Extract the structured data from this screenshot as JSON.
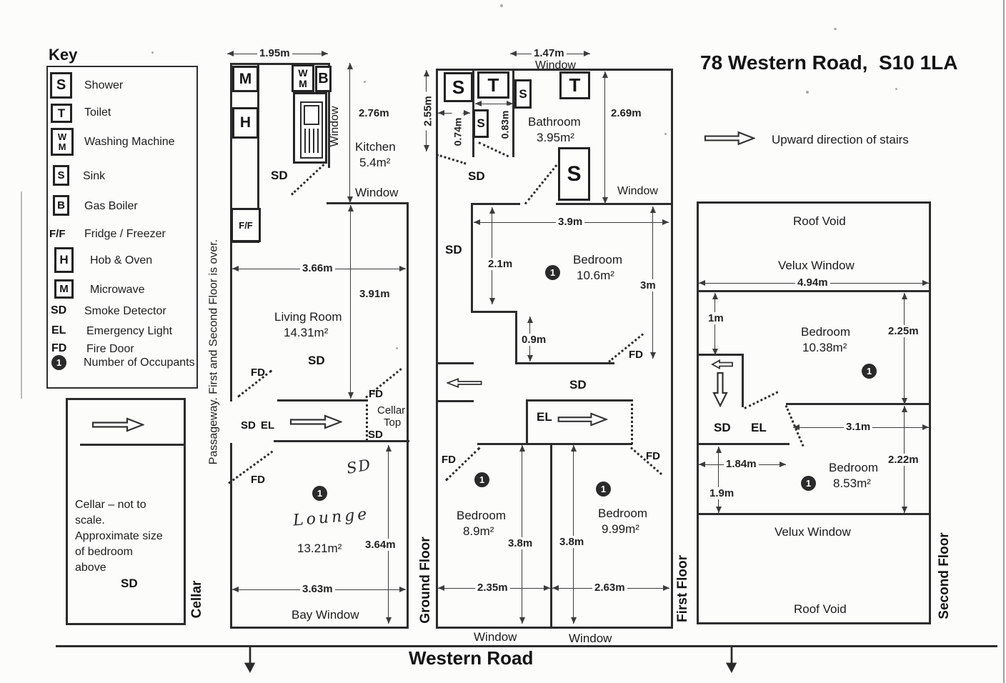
{
  "title": "78 Western Road,  S10 1LA",
  "stairs_legend": "Upward direction of stairs",
  "road_label": "Western Road",
  "key": {
    "heading": "Key",
    "shower_sym": "S",
    "shower": "Shower",
    "toilet_sym": "T",
    "toilet": "Toilet",
    "wm_top": "W",
    "wm_bottom": "M",
    "washing_machine": "Washing Machine",
    "sink_sym": "S",
    "sink": "Sink",
    "boiler_sym": "B",
    "boiler": "Gas Boiler",
    "fridge_sym": "F/F",
    "fridge": "Fridge / Freezer",
    "hob_sym": "H",
    "hob": "Hob & Oven",
    "micro_sym": "M",
    "micro": "Microwave",
    "sd_sym": "SD",
    "sd": "Smoke Detector",
    "el_sym": "EL",
    "el": "Emergency Light",
    "fd_sym": "FD",
    "fd": "Fire Door",
    "occ_sym": "1",
    "occ": "Number of Occupants"
  },
  "cellar": {
    "floor_label": "Cellar",
    "note1": "Cellar – not to",
    "note2": "scale.",
    "note3": "Approximate size",
    "note4": "of bedroom",
    "note5": "above",
    "sd": "SD"
  },
  "passageway": "Passageway.  First and Second Floor is over.",
  "ground": {
    "floor_label": "Ground Floor",
    "dim_top": "1.95m",
    "micro": "M",
    "hob": "H",
    "fridge": "F/F",
    "wm_top": "W",
    "wm_bottom": "M",
    "boiler": "B",
    "window_side": "Window",
    "dim_kitchen_h": "2.76m",
    "kitchen_name": "Kitchen",
    "kitchen_area": "5.4m²",
    "window_mid": "Window",
    "sd_kitchen": "SD",
    "dim_living_w": "3.66m",
    "dim_living_h": "3.91m",
    "living_name": "Living Room",
    "living_area": "14.31m²",
    "sd_living": "SD",
    "fd1": "FD",
    "fd2": "FD",
    "fd3": "FD",
    "sd_hall": "SD",
    "el_hall": "EL",
    "cellar_top1": "Cellar",
    "cellar_top2": "Top",
    "sd_cellartop": "SD",
    "sd_lounge": "SD",
    "occ_lounge": "1",
    "lounge_name": "Lounge",
    "lounge_area": "13.21m²",
    "dim_lounge_h": "3.64m",
    "dim_lounge_w": "3.63m",
    "bay_window": "Bay Window"
  },
  "first": {
    "floor_label": "First Floor",
    "dim_top": "1.47m",
    "window_top": "Window",
    "dim_left": "2.55m",
    "shower_sym": "S",
    "dim_shower": "0.74m",
    "toilet_sym": "T",
    "dim_toilet": "0.83m",
    "toilet_sink_sym": "S",
    "bath_sink_sym": "S",
    "bath_name": "Bathroom",
    "bath_area": "3.95m²",
    "bath_toilet_sym": "T",
    "bath_shower_sym": "S",
    "dim_right": "2.69m",
    "window_right": "Window",
    "sd_top": "SD",
    "sd_mid": "SD",
    "dim_bed1_w": "3.9m",
    "dim_bed1_l": "2.1m",
    "bed1_name": "Bedroom",
    "bed1_area": "10.6m²",
    "occ_bed1": "1",
    "dim_bed1_r": "3m",
    "dim_notch": "0.9m",
    "fd_bed1": "FD",
    "sd_corridor": "SD",
    "el": "EL",
    "fd_bed2": "FD",
    "fd_bed3": "FD",
    "occ_bed2": "1",
    "occ_bed3": "1",
    "bed2_name": "Bedroom",
    "bed2_area": "8.9m²",
    "bed3_name": "Bedroom",
    "bed3_area": "9.99m²",
    "dim_bed2_h": "3.8m",
    "dim_bed3_h": "3.8m",
    "dim_bed2_w": "2.35m",
    "dim_bed3_w": "2.63m",
    "window_bed2": "Window",
    "window_bed3": "Window"
  },
  "second": {
    "floor_label": "Second Floor",
    "roof_void_top": "Roof Void",
    "velux_top": "Velux Window",
    "dim_w": "4.94m",
    "dim_1m": "1m",
    "bed4_name": "Bedroom",
    "bed4_area": "10.38m²",
    "occ_bed4": "1",
    "dim_bed4_r": "2.25m",
    "sd": "SD",
    "el": "EL",
    "dim_31": "3.1m",
    "dim_184": "1.84m",
    "dim_19": "1.9m",
    "bed5_name": "Bedroom",
    "bed5_area": "8.53m²",
    "occ_bed5": "1",
    "dim_bed5_r": "2.22m",
    "velux_bottom": "Velux Window",
    "roof_void_bottom": "Roof Void"
  }
}
